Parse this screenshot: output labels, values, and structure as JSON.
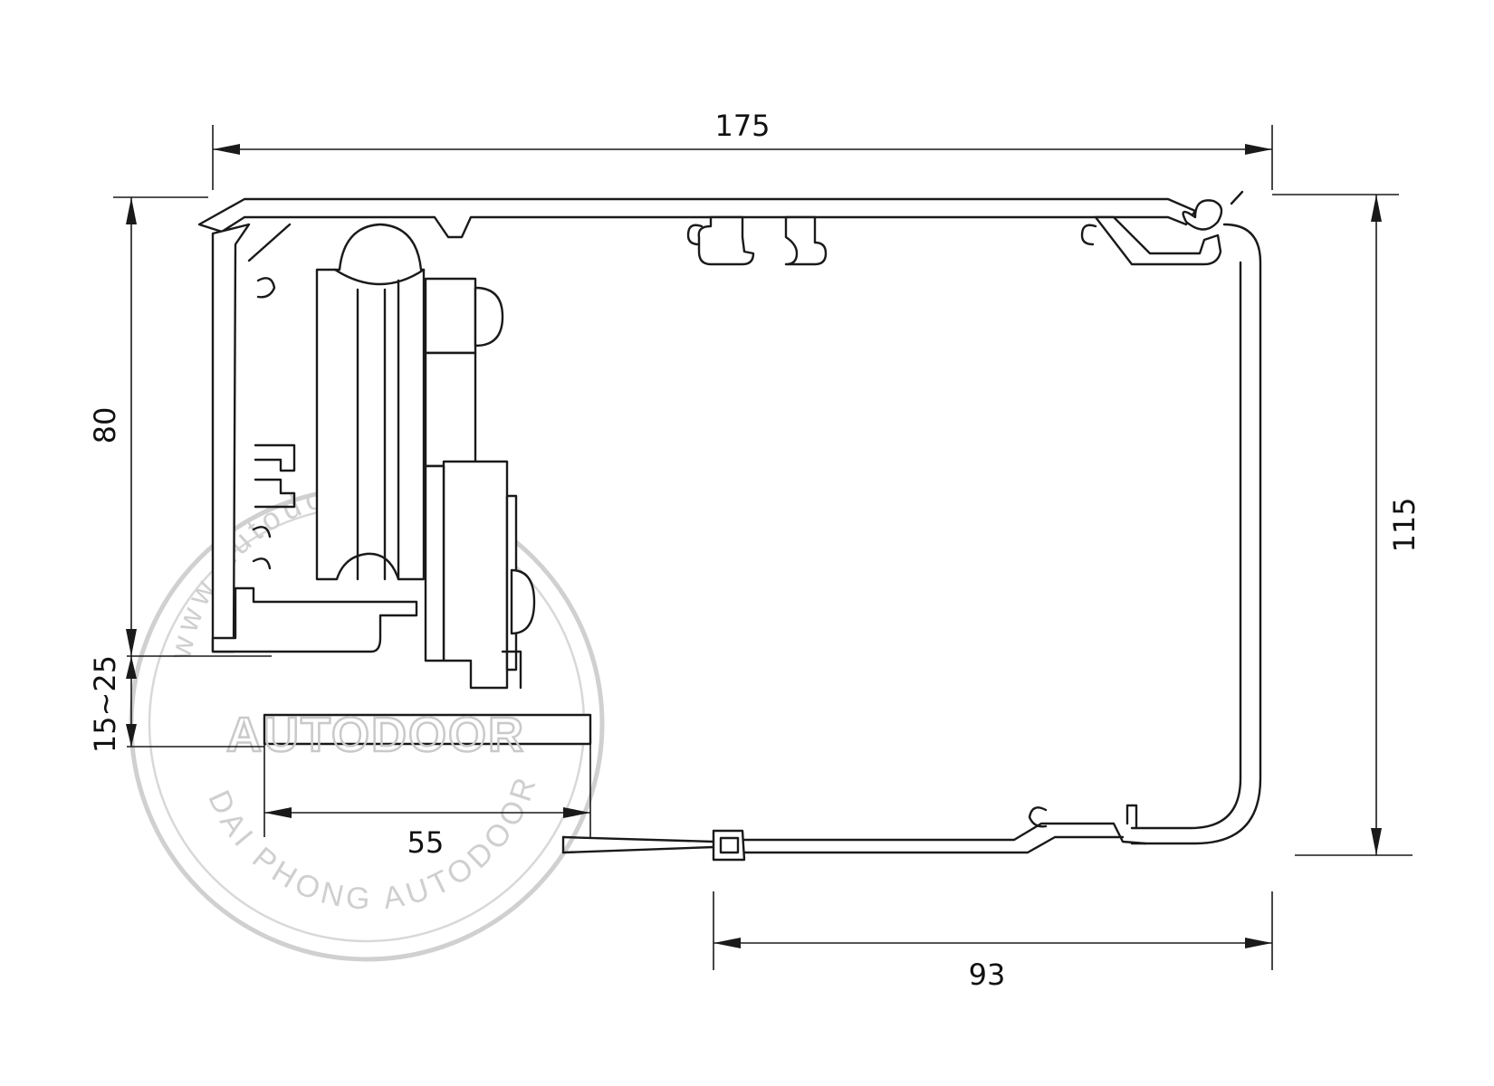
{
  "dimensions": {
    "width_top": "175",
    "height_inner": "80",
    "clearance": "15~25",
    "door_offset": "55",
    "height_total": "115",
    "width_bottom": "93"
  },
  "watermark": {
    "brand": "AUTODOOR",
    "url": "www.autodoor.vn",
    "company": "DAI PHONG AUTODOOR",
    "color": "#c9c9c9"
  }
}
